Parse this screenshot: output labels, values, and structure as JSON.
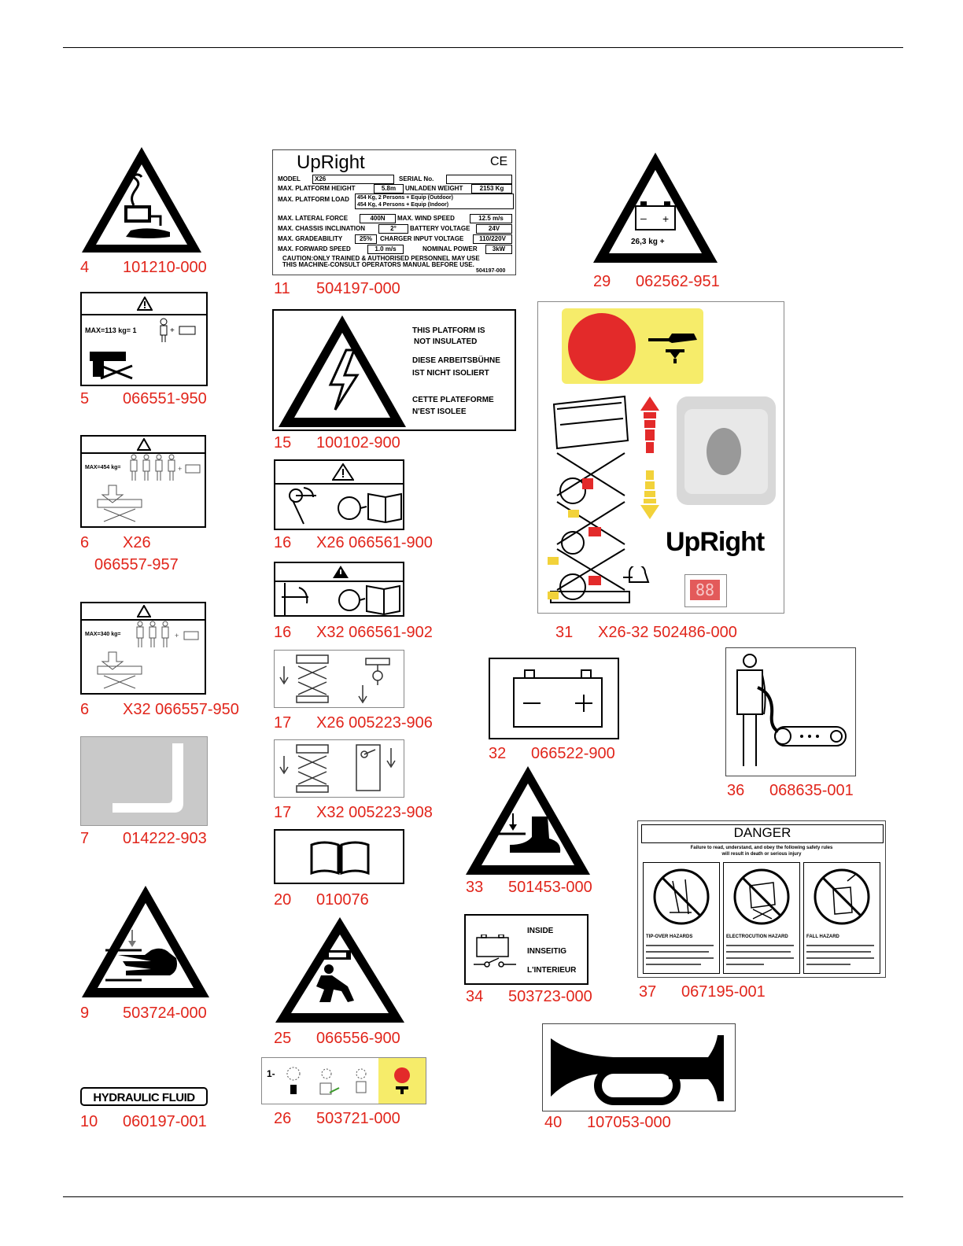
{
  "decals": [
    {
      "id": "4",
      "num": "4",
      "code": "101210-000"
    },
    {
      "id": "5",
      "num": "5",
      "code": "066551-950",
      "max_text": "MAX=113 kg= 1"
    },
    {
      "id": "6a",
      "num": "6",
      "code": "X26",
      "code2": "066557-957",
      "max_text": "MAX=454 kg="
    },
    {
      "id": "6b",
      "num": "6",
      "code": "X32 066557-950",
      "max_text": "MAX=340 kg="
    },
    {
      "id": "7",
      "num": "7",
      "code": "014222-903"
    },
    {
      "id": "9",
      "num": "9",
      "code": "503724-000"
    },
    {
      "id": "10",
      "num": "10",
      "code": "060197-001",
      "text": "HYDRAULIC FLUID"
    },
    {
      "id": "11",
      "num": "11",
      "code": "504197-000"
    },
    {
      "id": "15",
      "num": "15",
      "code": "100102-900"
    },
    {
      "id": "16a",
      "num": "16",
      "code": "X26 066561-900"
    },
    {
      "id": "16b",
      "num": "16",
      "code": "X32 066561-902"
    },
    {
      "id": "17a",
      "num": "17",
      "code": "X26 005223-906"
    },
    {
      "id": "17b",
      "num": "17",
      "code": "X32 005223-908"
    },
    {
      "id": "20",
      "num": "20",
      "code": "010076"
    },
    {
      "id": "25",
      "num": "25",
      "code": "066556-900"
    },
    {
      "id": "26",
      "num": "26",
      "code": "503721-000"
    },
    {
      "id": "29",
      "num": "29",
      "code": "062562-951",
      "weight": "26,3 kg +"
    },
    {
      "id": "31",
      "num": "31",
      "code": "X26-32 502486-000",
      "brand": "UpRight",
      "display": "88"
    },
    {
      "id": "32",
      "num": "32",
      "code": "066522-900"
    },
    {
      "id": "33",
      "num": "33",
      "code": "501453-000"
    },
    {
      "id": "34",
      "num": "34",
      "code": "503723-000"
    },
    {
      "id": "36",
      "num": "36",
      "code": "068635-001"
    },
    {
      "id": "37",
      "num": "37",
      "code": "067195-001"
    },
    {
      "id": "40",
      "num": "40",
      "code": "107053-000"
    }
  ],
  "plate": {
    "brand": "UpRight",
    "ce": "CE",
    "model_label": "MODEL",
    "model": "X26",
    "serial_label": "SERIAL No.",
    "height_label": "MAX. PLATFORM HEIGHT",
    "height": "5.8m",
    "weight_label": "UNLADEN WEIGHT",
    "weight": "2153 Kg",
    "load_label": "MAX. PLATFORM LOAD",
    "load1": "454 Kg, 2 Persons + Equip (Outdoor)",
    "load2": "454 Kg, 4 Persons + Equip (Indoor)",
    "lateral_label": "MAX. LATERAL FORCE",
    "lateral": "400N",
    "wind_label": "MAX. WIND SPEED",
    "wind": "12.5 m/s",
    "incl_label": "MAX. CHASSIS INCLINATION",
    "incl": "2°",
    "battery_label": "BATTERY VOLTAGE",
    "battery": "24V",
    "grade_label": "MAX. GRADEABILITY",
    "grade": "25%",
    "charger_label": "CHARGER INPUT VOLTAGE",
    "charger": "110/220V",
    "speed_label": "MAX. FORWARD SPEED",
    "speed": "1.0 m/s",
    "power_label": "NOMINAL POWER",
    "power": "3kW",
    "caution1": "CAUTION:ONLY TRAINED & AUTHORISED PERSONNEL MAY USE",
    "caution2": "THIS MACHINE-CONSULT OPERATORS MANUAL BEFORE USE.",
    "part": "504197-000"
  },
  "insulation": {
    "l1": "THIS PLATFORM IS",
    "l2": "NOT INSULATED",
    "l3": "DIESE ARBEITSBÜHNE",
    "l4": "IST NICHT ISOLIERT",
    "l5": "CETTE PLATEFORME",
    "l6": "N'EST ISOLEE"
  },
  "inside": {
    "l1": "INSIDE",
    "l2": "INNSEITIG",
    "l3": "L'INTERIEUR"
  },
  "danger": {
    "title": "DANGER",
    "sub1": "Failure to read, understand, and obey the following safety rules",
    "sub2": "will result in death or serious injury",
    "h1": "TIP-OVER HAZARDS",
    "h2": "ELECTROCUTION HAZARD",
    "h3": "FALL HAZARD"
  },
  "colors": {
    "label_red": "#e1251b",
    "estop_red": "#e32a2a",
    "estop_yellow": "#f6ec6a",
    "grey": "#c9c9c9"
  }
}
